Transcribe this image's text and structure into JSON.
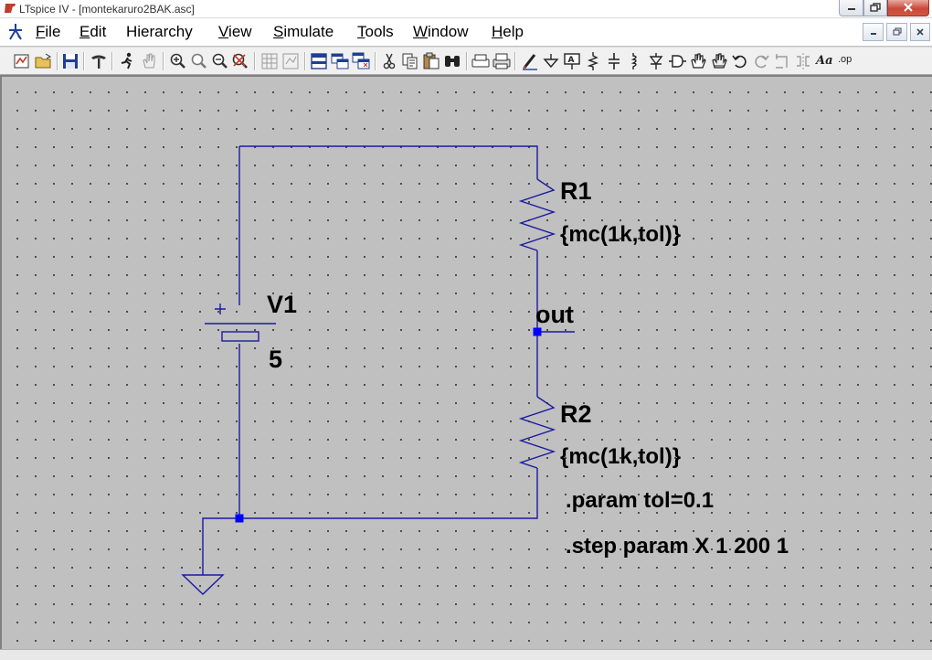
{
  "window": {
    "title": "LTspice IV - [montekaruro2BAK.asc]",
    "brand_color": "#c0392b"
  },
  "menu": [
    {
      "label": "File",
      "mnemonic": "F",
      "rest": "ile"
    },
    {
      "label": "Edit",
      "mnemonic": "E",
      "rest": "dit"
    },
    {
      "label": "Hierarchy",
      "mnemonic": "",
      "rest": "Hierarchy"
    },
    {
      "label": "View",
      "mnemonic": "V",
      "rest": "iew"
    },
    {
      "label": "Simulate",
      "mnemonic": "S",
      "rest": "imulate"
    },
    {
      "label": "Tools",
      "mnemonic": "T",
      "rest": "ools"
    },
    {
      "label": "Window",
      "mnemonic": "W",
      "rest": "indow"
    },
    {
      "label": "Help",
      "mnemonic": "H",
      "rest": "elp"
    }
  ],
  "toolbar": {
    "icons": [
      "new-schematic-icon",
      "open-icon",
      "save-icon",
      "control-panel-icon",
      "pan-icon",
      "run-icon",
      "halt-icon",
      "zoom-in-icon",
      "zoom-pan-icon",
      "zoom-out-icon",
      "zoom-fit-icon",
      "tile-vertical-icon",
      "tile-horizontal-icon",
      "cascade-icon",
      "close-window-icon",
      "cut-icon",
      "copy-icon",
      "paste-icon",
      "find-icon",
      "print-setup-icon",
      "print-icon",
      "wire-icon",
      "ground-icon",
      "label-net-icon",
      "resistor-icon",
      "capacitor-icon",
      "inductor-icon",
      "diode-icon",
      "component-icon",
      "move-icon",
      "drag-icon",
      "undo-icon",
      "redo-icon",
      "rotate-icon",
      "mirror-icon"
    ],
    "text_label": "Aa",
    "spice_directive": ".op",
    "colors": {
      "icon_dark": "#1f3f8f",
      "icon_red": "#c23a2a",
      "icon_gray": "#9a9a9a"
    }
  },
  "schematic": {
    "wire_color": "#1a1aa0",
    "node_color": "#0000ff",
    "grid_color": "#303030",
    "components": {
      "r1": {
        "name": "R1",
        "value": "{mc(1k,tol)}"
      },
      "r2": {
        "name": "R2",
        "value": "{mc(1k,tol)}"
      },
      "v1": {
        "name": "V1",
        "value": "5",
        "plus": "+"
      }
    },
    "net_label": "out",
    "directives": [
      ".param tol=0.1",
      ".step param X 1 200 1"
    ]
  }
}
